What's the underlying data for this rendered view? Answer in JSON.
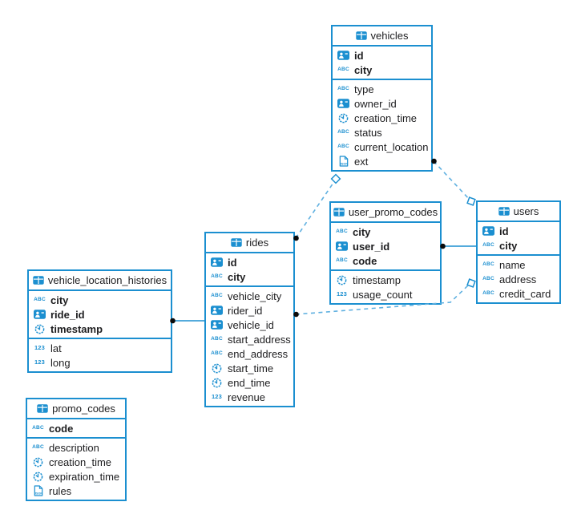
{
  "diagram": {
    "colors": {
      "table_border": "#1b8fd0",
      "relation_dashed": "#5fb0e0",
      "relation_solid": "#1b8fd0",
      "endpoint_dot": "#0b0b0b",
      "text": "#1d1d1f"
    },
    "icon_labels": {
      "text": "ABC",
      "number": "123",
      "json": "JSON"
    },
    "tables": [
      {
        "name": "vehicles",
        "keys": [
          {
            "label": "id",
            "type": "id"
          },
          {
            "label": "city",
            "type": "text"
          }
        ],
        "columns": [
          {
            "label": "type",
            "type": "text"
          },
          {
            "label": "owner_id",
            "type": "id"
          },
          {
            "label": "creation_time",
            "type": "time"
          },
          {
            "label": "status",
            "type": "text"
          },
          {
            "label": "current_location",
            "type": "text"
          },
          {
            "label": "ext",
            "type": "json"
          }
        ]
      },
      {
        "name": "user_promo_codes",
        "keys": [
          {
            "label": "city",
            "type": "text"
          },
          {
            "label": "user_id",
            "type": "id"
          },
          {
            "label": "code",
            "type": "text"
          }
        ],
        "columns": [
          {
            "label": "timestamp",
            "type": "time"
          },
          {
            "label": "usage_count",
            "type": "number"
          }
        ]
      },
      {
        "name": "users",
        "keys": [
          {
            "label": "id",
            "type": "id"
          },
          {
            "label": "city",
            "type": "text"
          }
        ],
        "columns": [
          {
            "label": "name",
            "type": "text"
          },
          {
            "label": "address",
            "type": "text"
          },
          {
            "label": "credit_card",
            "type": "text"
          }
        ]
      },
      {
        "name": "rides",
        "keys": [
          {
            "label": "id",
            "type": "id"
          },
          {
            "label": "city",
            "type": "text"
          }
        ],
        "columns": [
          {
            "label": "vehicle_city",
            "type": "text"
          },
          {
            "label": "rider_id",
            "type": "id"
          },
          {
            "label": "vehicle_id",
            "type": "id"
          },
          {
            "label": "start_address",
            "type": "text"
          },
          {
            "label": "end_address",
            "type": "text"
          },
          {
            "label": "start_time",
            "type": "time"
          },
          {
            "label": "end_time",
            "type": "time"
          },
          {
            "label": "revenue",
            "type": "number"
          }
        ]
      },
      {
        "name": "vehicle_location_histories",
        "keys": [
          {
            "label": "city",
            "type": "text"
          },
          {
            "label": "ride_id",
            "type": "id"
          },
          {
            "label": "timestamp",
            "type": "time"
          }
        ],
        "columns": [
          {
            "label": "lat",
            "type": "number"
          },
          {
            "label": "long",
            "type": "number"
          }
        ]
      },
      {
        "name": "promo_codes",
        "keys": [
          {
            "label": "code",
            "type": "text"
          }
        ],
        "columns": [
          {
            "label": "description",
            "type": "text"
          },
          {
            "label": "creation_time",
            "type": "time"
          },
          {
            "label": "expiration_time",
            "type": "time"
          },
          {
            "label": "rules",
            "type": "json"
          }
        ]
      }
    ],
    "connections": [
      {
        "from": "vehicle_location_histories",
        "to": "rides",
        "style": "solid"
      },
      {
        "from": "user_promo_codes",
        "to": "users",
        "style": "solid"
      },
      {
        "from": "rides",
        "to": "vehicles",
        "style": "dashed"
      },
      {
        "from": "vehicles",
        "to": "users",
        "style": "dashed"
      },
      {
        "from": "rides",
        "to": "users",
        "style": "dashed"
      }
    ]
  }
}
